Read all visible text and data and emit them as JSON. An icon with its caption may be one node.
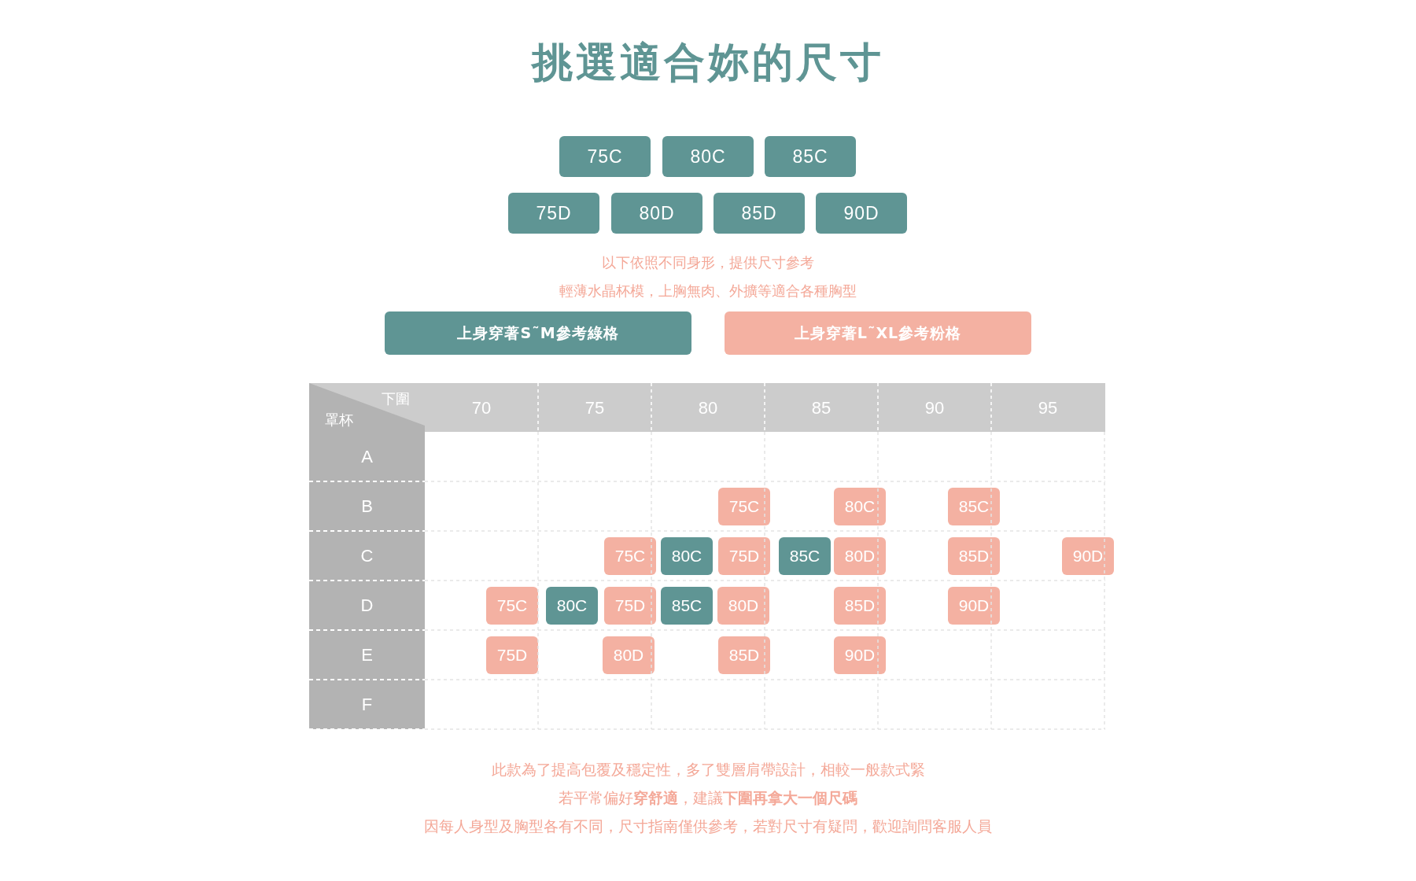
{
  "diagram": {
    "title": "挑選適合妳的尺寸",
    "nodes": [
      {
        "text": [
          "75C"
        ]
      },
      {
        "text": [
          "80C"
        ]
      },
      {
        "text": [
          "85C"
        ]
      },
      {
        "text": [
          "75D"
        ]
      },
      {
        "text": [
          "80D"
        ]
      },
      {
        "text": [
          "85D"
        ]
      },
      {
        "text": [
          "90D"
        ]
      },
      {
        "text": [
          "75C"
        ]
      },
      {
        "text": [
          "80C"
        ]
      },
      {
        "text": [
          "85C"
        ]
      },
      {
        "text": [
          "75C"
        ]
      },
      {
        "text": [
          "80C"
        ]
      },
      {
        "text": [
          "75D"
        ]
      },
      {
        "text": [
          "85C"
        ]
      },
      {
        "text": [
          "80D"
        ]
      },
      {
        "text": [
          "85D"
        ]
      },
      {
        "text": [
          "90D"
        ]
      },
      {
        "text": [
          "75C"
        ]
      },
      {
        "text": [
          "80C"
        ]
      },
      {
        "text": [
          "75D"
        ]
      },
      {
        "text": [
          "85C"
        ]
      },
      {
        "text": [
          "80D"
        ]
      },
      {
        "text": [
          "85D"
        ]
      },
      {
        "text": [
          "90D"
        ]
      },
      {
        "text": [
          "75D"
        ]
      },
      {
        "text": [
          "80D"
        ]
      },
      {
        "text": [
          "85D"
        ]
      },
      {
        "text": [
          "90D"
        ]
      }
    ],
    "labels": [
      "以下依照不同身形，提供尺寸參考",
      "輕薄水晶杯模，上胸無肉、外擴等適合各種胸型",
      "下圍",
      "罩杯",
      "70",
      "75",
      "80",
      "85",
      "90",
      "95",
      "A",
      "B",
      "C",
      "D",
      "E",
      "F",
      "此款為了提高包覆及穩定性，多了雙層肩帶設計，相較一般款式緊",
      "若平常偏好**穿舒適**，建議**下圍再拿大一個尺碼**",
      "因每人身型及胸型各有不同，尺寸指南僅供參考，若對尺寸有疑問，歡迎詢問客服人員"
    ],
    "legend": [
      {
        "text": "上身穿著S˜M參考綠格",
        "color": "#5f9594"
      },
      {
        "text": "上身穿著L˜XL參考粉格",
        "color": "#f4b1a2"
      }
    ]
  }
}
